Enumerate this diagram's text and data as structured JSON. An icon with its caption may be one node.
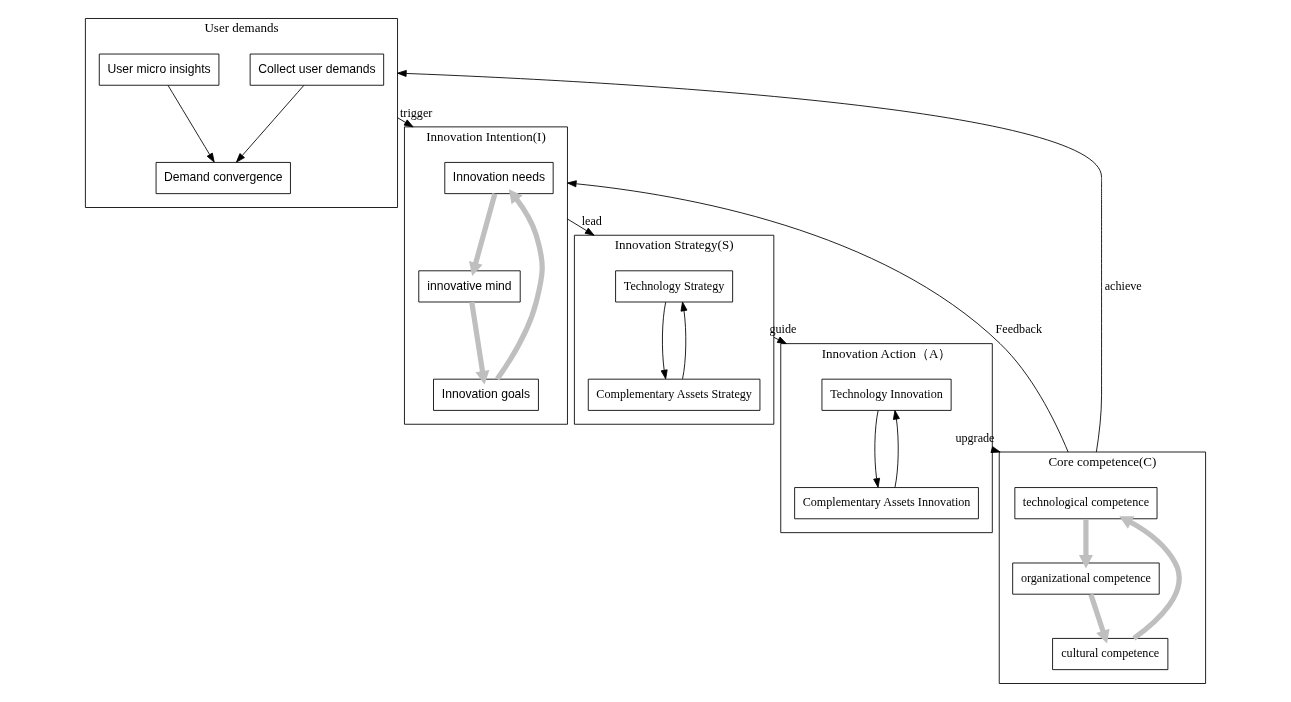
{
  "diagram": {
    "nodes": [
      {
        "text": [
          "User demands"
        ]
      },
      {
        "text": [
          "Collect user demands"
        ],
        "in": 0
      },
      {
        "text": [
          "Demand convergence"
        ],
        "in": 0
      },
      {
        "text": [
          "User micro insights"
        ],
        "in": 0
      },
      {
        "text": [
          "Innovation Intention(I)"
        ]
      },
      {
        "text": [
          "Innovation needs"
        ],
        "in": 4
      },
      {
        "text": [
          "innovative mind"
        ],
        "in": 4
      },
      {
        "text": [
          "Innovation goals"
        ],
        "in": 4
      },
      {
        "text": [
          "Innovation Strategy(S)"
        ]
      },
      {
        "text": [
          "Technology Strategy"
        ],
        "in": 8
      },
      {
        "text": [
          "Complementary Assets Strategy"
        ],
        "in": 8
      },
      {
        "text": [
          "Innovation Action（A）"
        ]
      },
      {
        "text": [
          "Technology Innovation"
        ],
        "in": 11
      },
      {
        "text": [
          "Complementary Assets Innovation"
        ],
        "in": 11
      },
      {
        "text": [
          "Core competence(C)"
        ]
      },
      {
        "text": [
          "technological competence"
        ],
        "in": 14
      },
      {
        "text": [
          "organizational competence"
        ],
        "in": 14
      },
      {
        "text": [
          "cultural competence"
        ],
        "in": 14
      }
    ],
    "edges": [
      {
        "from": 1,
        "to": 2,
        "arrow": "to"
      },
      {
        "from": 3,
        "to": 2,
        "arrow": "to"
      },
      {
        "from": 0,
        "to": 4,
        "arrow": "to",
        "label": "trigger"
      },
      {
        "from": 5,
        "to": 6,
        "arrow": "to",
        "style": "thick",
        "color": "#bfbfbf"
      },
      {
        "from": 6,
        "to": 7,
        "arrow": "to",
        "style": "thick",
        "color": "#bfbfbf"
      },
      {
        "from": 7,
        "to": 5,
        "arrow": "to",
        "style": "thick",
        "color": "#bfbfbf"
      },
      {
        "from": 4,
        "to": 8,
        "arrow": "to",
        "label": "lead"
      },
      {
        "from": 9,
        "to": 10,
        "arrow": "to"
      },
      {
        "from": 10,
        "to": 9,
        "arrow": "to"
      },
      {
        "from": 8,
        "to": 11,
        "arrow": "to",
        "label": "guide"
      },
      {
        "from": 12,
        "to": 13,
        "arrow": "to"
      },
      {
        "from": 13,
        "to": 12,
        "arrow": "to"
      },
      {
        "from": 11,
        "to": 14,
        "arrow": "to",
        "label": "upgrade"
      },
      {
        "from": 15,
        "to": 16,
        "arrow": "to",
        "style": "thick",
        "color": "#bfbfbf"
      },
      {
        "from": 16,
        "to": 17,
        "arrow": "to",
        "style": "thick",
        "color": "#bfbfbf"
      },
      {
        "from": 17,
        "to": 15,
        "arrow": "to",
        "style": "thick",
        "color": "#bfbfbf"
      },
      {
        "from": 14,
        "to": 0,
        "arrow": "to",
        "label": "achieve"
      },
      {
        "from": 14,
        "to": 4,
        "arrow": "to",
        "label": "Feedback"
      }
    ]
  }
}
